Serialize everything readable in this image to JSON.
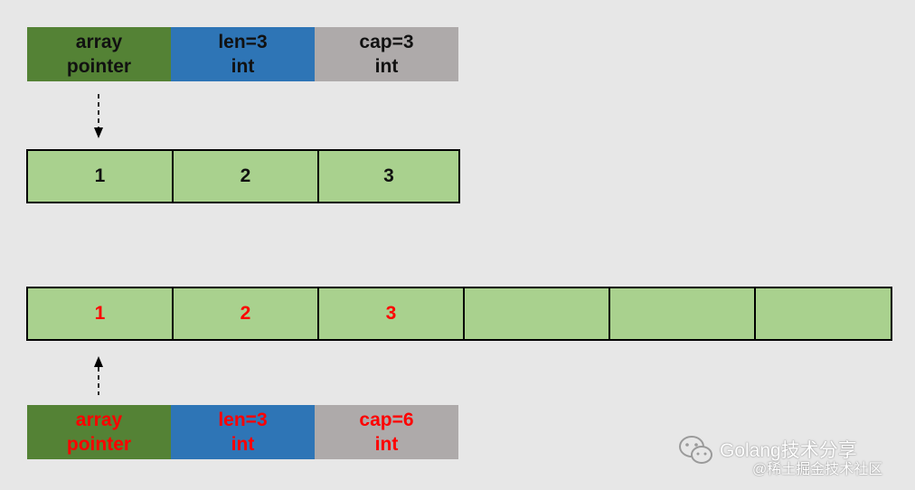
{
  "slice_header_top": {
    "ptr": {
      "line1": "array",
      "line2": "pointer"
    },
    "len": {
      "line1": "len=3",
      "line2": "int"
    },
    "cap": {
      "line1": "cap=3",
      "line2": "int"
    }
  },
  "array_small": {
    "cells": [
      "1",
      "2",
      "3"
    ]
  },
  "array_large": {
    "cells": [
      "1",
      "2",
      "3",
      "",
      "",
      ""
    ]
  },
  "slice_header_bottom": {
    "ptr": {
      "line1": "array",
      "line2": "pointer"
    },
    "len": {
      "line1": "len=3",
      "line2": "int"
    },
    "cap": {
      "line1": "cap=6",
      "line2": "int"
    }
  },
  "colors": {
    "pointer_field": "#548235",
    "len_field": "#2e75b6",
    "cap_field": "#aeaaaa",
    "array_cell": "#a9d18e",
    "highlight_text": "#ff0000",
    "background": "#e7e7e7"
  },
  "watermark": {
    "line1": "Golang技术分享",
    "line2": "@稀土掘金技术社区",
    "icon": "wechat-icon"
  }
}
